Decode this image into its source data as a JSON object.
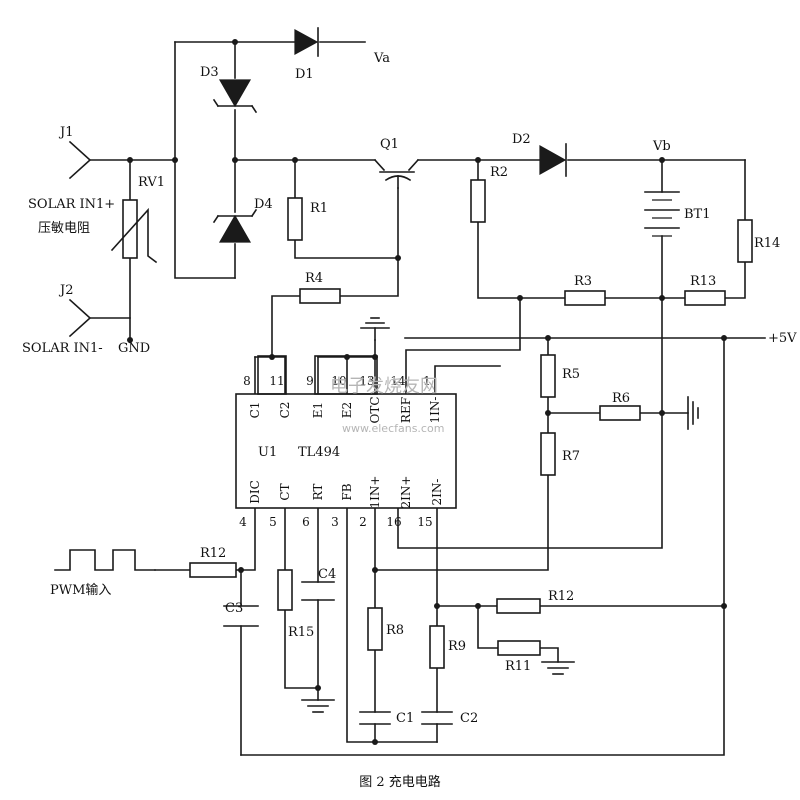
{
  "caption": "图 2   充电电路",
  "watermark": {
    "cn": "电子发烧友网",
    "url": "www.elecfans.com"
  },
  "ic": {
    "ref": "U1",
    "part": "TL494",
    "top_pins": [
      {
        "num": "8",
        "name": "C1"
      },
      {
        "num": "11",
        "name": "C2"
      },
      {
        "num": "9",
        "name": "E1"
      },
      {
        "num": "10",
        "name": "E2"
      },
      {
        "num": "13",
        "name": "OTC"
      },
      {
        "num": "14",
        "name": "REF"
      },
      {
        "num": "1",
        "name": "1IN-"
      }
    ],
    "bottom_pins": [
      {
        "num": "4",
        "name": "DIC"
      },
      {
        "num": "5",
        "name": "CT"
      },
      {
        "num": "6",
        "name": "RT"
      },
      {
        "num": "3",
        "name": "FB"
      },
      {
        "num": "2",
        "name": "1IN+"
      },
      {
        "num": "16",
        "name": "2IN+"
      },
      {
        "num": "15",
        "name": "2IN-"
      }
    ]
  },
  "connectors": {
    "j1": "J1",
    "j2": "J2",
    "solar_in1p": "SOLAR IN1+",
    "solar_in1n": "SOLAR IN1-",
    "gnd": "GND",
    "varistor_cn": "压敏电阻"
  },
  "nets": {
    "va": "Va",
    "vb": "Vb",
    "vcc": "+5V",
    "pwm_input": "PWM输入"
  },
  "components": {
    "d1": "D1",
    "d2": "D2",
    "d3": "D3",
    "d4": "D4",
    "rv1": "RV1",
    "q1": "Q1",
    "bt1": "BT1",
    "r1": "R1",
    "r2": "R2",
    "r3": "R3",
    "r4": "R4",
    "r5": "R5",
    "r6": "R6",
    "r7": "R7",
    "r8": "R8",
    "r9": "R9",
    "r11": "R11",
    "r12a": "R12",
    "r12b": "R12",
    "r13": "R13",
    "r14": "R14",
    "r15": "R15",
    "c1": "C1",
    "c2": "C2",
    "c3": "C3",
    "c4": "C4"
  }
}
